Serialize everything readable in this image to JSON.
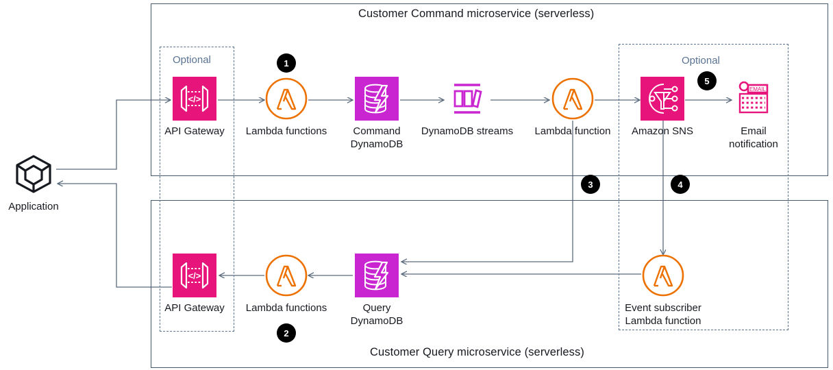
{
  "diagram": {
    "title_top": "Customer Command microservice (serverless)",
    "title_bottom": "Customer Query microservice (serverless)",
    "optional_label": "Optional",
    "colors": {
      "aws_pink": "#E7157B",
      "aws_purple": "#C925D1",
      "aws_orange": "#ED7100",
      "line": "#5a6b7d",
      "box_border": "#44596e",
      "dashed_border": "#5a7391",
      "optional_text": "#5a7391",
      "badge_bg": "#000000",
      "badge_text": "#ffffff",
      "text": "#16191f"
    }
  },
  "nodes": {
    "application": {
      "label": "Application",
      "icon": "cube-icon"
    },
    "command_api_gateway": {
      "label": "API Gateway",
      "icon": "api-gateway-icon"
    },
    "command_lambda": {
      "label": "Lambda  functions",
      "icon": "lambda-icon"
    },
    "command_dynamodb": {
      "label": "Command\nDynamoDB",
      "icon": "dynamodb-icon"
    },
    "dynamodb_streams": {
      "label": "DynamoDB  streams",
      "icon": "dynamodb-streams-icon"
    },
    "stream_lambda": {
      "label": "Lambda  function",
      "icon": "lambda-icon"
    },
    "amazon_sns": {
      "label": "Amazon  SNS",
      "icon": "sns-icon"
    },
    "email_notification": {
      "label": "Email\nnotification",
      "icon": "email-notification-icon"
    },
    "query_api_gateway": {
      "label": "API Gateway",
      "icon": "api-gateway-icon"
    },
    "query_lambda": {
      "label": "Lambda  functions",
      "icon": "lambda-icon"
    },
    "query_dynamodb": {
      "label": "Query\nDynamoDB",
      "icon": "dynamodb-icon"
    },
    "event_subscriber_lambda": {
      "label": "Event subscriber\nLambda  function",
      "icon": "lambda-icon"
    }
  },
  "steps": [
    {
      "id": 1,
      "label": "1"
    },
    {
      "id": 2,
      "label": "2"
    },
    {
      "id": 3,
      "label": "3"
    },
    {
      "id": 4,
      "label": "4"
    },
    {
      "id": 5,
      "label": "5"
    }
  ]
}
